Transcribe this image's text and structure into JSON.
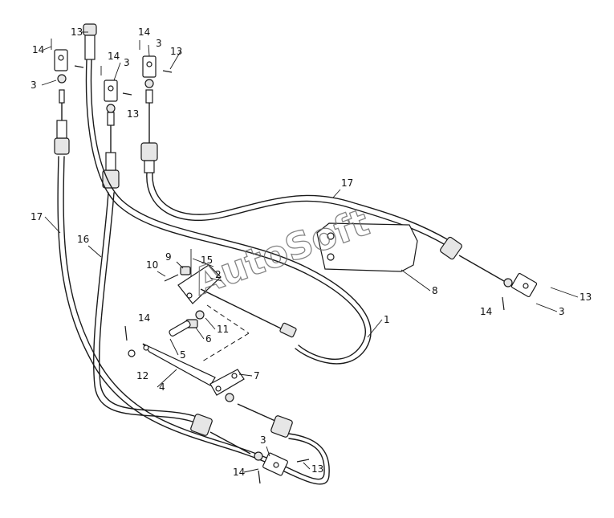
{
  "watermark": {
    "text": "AutoSoft"
  },
  "callouts": [
    {
      "id": "c-14-a",
      "label": "14"
    },
    {
      "id": "c-13-a",
      "label": "13"
    },
    {
      "id": "c-14-b",
      "label": "14"
    },
    {
      "id": "c-14-c",
      "label": "14"
    },
    {
      "id": "c-3-a",
      "label": "3"
    },
    {
      "id": "c-13-b",
      "label": "13"
    },
    {
      "id": "c-3-b",
      "label": "3"
    },
    {
      "id": "c-3-c",
      "label": "3"
    },
    {
      "id": "c-13-c",
      "label": "13"
    },
    {
      "id": "c-17-a",
      "label": "17"
    },
    {
      "id": "c-17-b",
      "label": "17"
    },
    {
      "id": "c-16",
      "label": "16"
    },
    {
      "id": "c-10",
      "label": "10"
    },
    {
      "id": "c-9",
      "label": "9"
    },
    {
      "id": "c-15",
      "label": "15"
    },
    {
      "id": "c-2",
      "label": "2"
    },
    {
      "id": "c-8",
      "label": "8"
    },
    {
      "id": "c-13-d",
      "label": "13"
    },
    {
      "id": "c-14-d",
      "label": "14"
    },
    {
      "id": "c-3-d",
      "label": "3"
    },
    {
      "id": "c-1",
      "label": "1"
    },
    {
      "id": "c-14-e",
      "label": "14"
    },
    {
      "id": "c-11",
      "label": "11"
    },
    {
      "id": "c-6",
      "label": "6"
    },
    {
      "id": "c-5",
      "label": "5"
    },
    {
      "id": "c-12",
      "label": "12"
    },
    {
      "id": "c-4",
      "label": "4"
    },
    {
      "id": "c-7",
      "label": "7"
    },
    {
      "id": "c-3-e",
      "label": "3"
    },
    {
      "id": "c-14-f",
      "label": "14"
    },
    {
      "id": "c-13-e",
      "label": "13"
    }
  ]
}
